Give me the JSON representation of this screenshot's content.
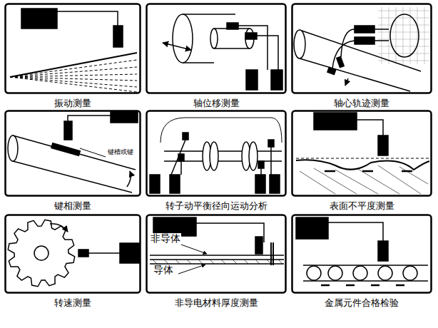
{
  "diagram": {
    "nodes": [
      {
        "text": [
          "振动测量"
        ]
      },
      {
        "text": [
          "轴位移测量"
        ]
      },
      {
        "text": [
          "轴心轨迹测量"
        ]
      },
      {
        "text": [
          "键相测量"
        ]
      },
      {
        "text": [
          "转子动平衡径向运动分析"
        ]
      },
      {
        "text": [
          "表面不平度测量"
        ]
      },
      {
        "text": [
          "转速测量"
        ]
      },
      {
        "text": [
          "非导电材料厚度测量"
        ]
      },
      {
        "text": [
          "金属元件合格检验"
        ]
      }
    ],
    "labels": [
      "键槽或键",
      "非导体",
      "导体"
    ]
  }
}
